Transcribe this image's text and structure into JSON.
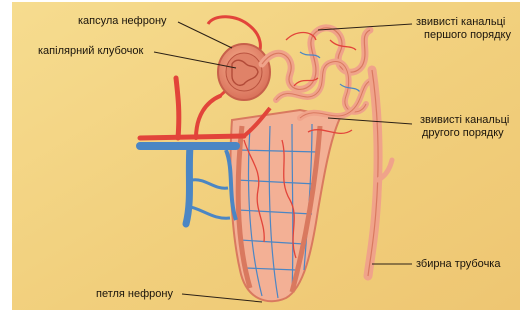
{
  "labels": {
    "capsule": "капсула нефрону",
    "glomerulus": "капілярний клубочок",
    "proximal_line1": "звивисті канальці",
    "proximal_line2": "першого порядку",
    "distal_line1": "звивисті канальці",
    "distal_line2": "другого порядку",
    "collecting_duct": "збирна трубочка",
    "loop": "петля нефрону"
  },
  "colors": {
    "background": "#f3d487",
    "vessel_red": "#e2443a",
    "vessel_blue": "#4b86c4",
    "tubule": "#f0a38a",
    "tubule_dark": "#d9795f",
    "label_text": "#1a140c",
    "leader_line": "#2b2016"
  }
}
